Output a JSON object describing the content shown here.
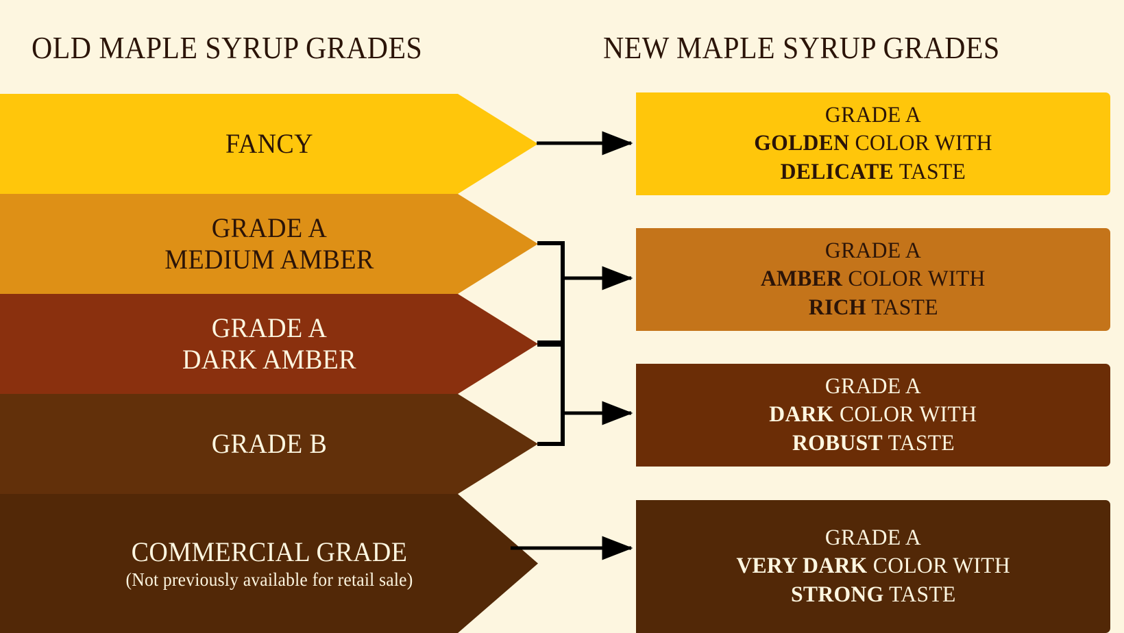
{
  "page": {
    "background_color": "#FDF6E0",
    "ink_color": "#2B1408",
    "light_text_color": "#FDF6E0"
  },
  "headings": {
    "old": "OLD MAPLE SYRUP GRADES",
    "new": "NEW MAPLE SYRUP GRADES"
  },
  "old_grades": [
    {
      "label": "FANCY",
      "sub": "",
      "color": "#FFC60B",
      "text_color": "#2B1408"
    },
    {
      "label": "GRADE A",
      "line2": "MEDIUM AMBER",
      "sub": "",
      "color": "#DE9016",
      "text_color": "#2B1408"
    },
    {
      "label": "GRADE A",
      "line2": "DARK AMBER",
      "sub": "",
      "color": "#8A300E",
      "text_color": "#FDF6E0"
    },
    {
      "label": "GRADE B",
      "line2": "",
      "sub": "",
      "color": "#62300A",
      "text_color": "#FDF6E0"
    },
    {
      "label": "COMMERCIAL GRADE",
      "line2": "",
      "sub": "(Not previously available for retail sale)",
      "color": "#522807",
      "text_color": "#FDF6E0"
    }
  ],
  "new_grades": [
    {
      "title": "GRADE A",
      "color_word": "GOLDEN",
      "color_suffix": " COLOR WITH",
      "taste_word": "DELICATE",
      "taste_suffix": " TASTE",
      "color": "#FFC60B",
      "text_color": "#2B1408"
    },
    {
      "title": "GRADE A",
      "color_word": "AMBER",
      "color_suffix": " COLOR WITH",
      "taste_word": "RICH",
      "taste_suffix": " TASTE",
      "color": "#C4741A",
      "text_color": "#2B1408"
    },
    {
      "title": "GRADE A",
      "color_word": "DARK",
      "color_suffix": " COLOR WITH",
      "taste_word": "ROBUST",
      "taste_suffix": " TASTE",
      "color": "#6B2D06",
      "text_color": "#FDF6E0"
    },
    {
      "title": "GRADE A",
      "color_word": "VERY DARK",
      "color_suffix": " COLOR WITH",
      "taste_word": "STRONG",
      "taste_suffix": " TASTE",
      "color": "#522807",
      "text_color": "#FDF6E0"
    }
  ],
  "connectors": {
    "line_color": "#000000",
    "mappings": [
      {
        "from": [
          "FANCY"
        ],
        "to": "GRADE A GOLDEN / DELICATE"
      },
      {
        "from": [
          "GRADE A MEDIUM AMBER",
          "GRADE A DARK AMBER"
        ],
        "to": "GRADE A AMBER / RICH"
      },
      {
        "from": [
          "GRADE A DARK AMBER",
          "GRADE B"
        ],
        "to": "GRADE A DARK / ROBUST"
      },
      {
        "from": [
          "COMMERCIAL GRADE"
        ],
        "to": "GRADE A VERY DARK / STRONG"
      }
    ]
  }
}
